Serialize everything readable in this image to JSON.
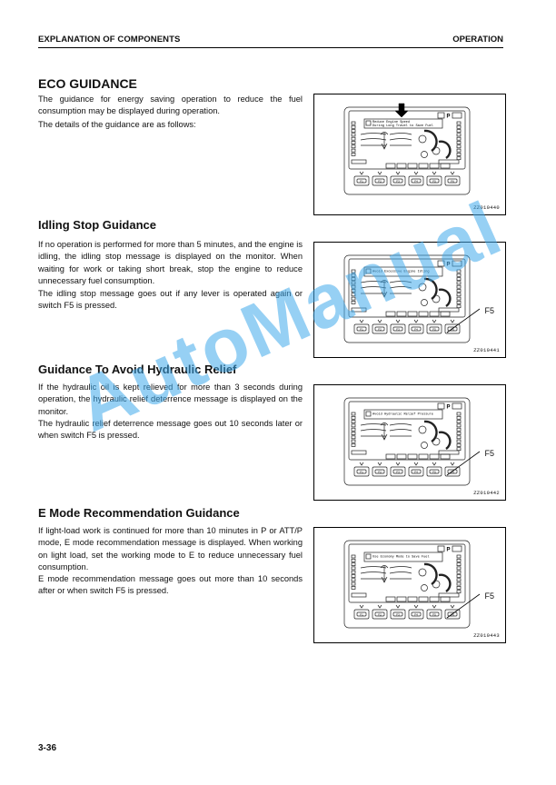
{
  "header": {
    "left": "EXPLANATION OF COMPONENTS",
    "right": "OPERATION"
  },
  "sections": [
    {
      "title": "ECO GUIDANCE",
      "paragraphs": [
        "The guidance for energy saving operation to reduce the fuel consumption may be displayed during operation.",
        "The details of the guidance are as follows:"
      ],
      "figure": {
        "code": "ZZ010440",
        "screen_lines": [
          "Reduce Engine Speed",
          "During Long Travel to Save Fuel"
        ]
      }
    },
    {
      "title": "Idling Stop Guidance",
      "paragraphs": [
        "If no operation is performed for more than 5 minutes, and the engine is idling, the idling stop message is displayed on the monitor. When waiting for work or taking short break, stop the engine to reduce unnecessary fuel consumption.",
        "The idling stop message goes out if any lever is operated again or switch F5 is pressed."
      ],
      "figure": {
        "code": "ZZ010441",
        "callout": "F5",
        "screen_lines": [
          "Avoid Excessive Engine Idling"
        ]
      }
    },
    {
      "title": "Guidance To Avoid Hydraulic Relief",
      "paragraphs": [
        "If the hydraulic oil is kept relieved for more than 3 seconds during operation, the hydraulic relief deterrence message is displayed on the monitor.",
        "The hydraulic relief deterrence message goes out 10 seconds later or when switch F5 is pressed."
      ],
      "figure": {
        "code": "ZZ010442",
        "callout": "F5",
        "screen_lines": [
          "Avoid Hydraulic Relief Pressure"
        ]
      }
    },
    {
      "title": "E Mode Recommendation Guidance",
      "paragraphs": [
        "If light-load work is continued for more than 10 minutes in P or ATT/P mode, E mode recommendation message is displayed. When working on light load, set the working mode to E to reduce unnecessary fuel consumption.",
        "E mode recommendation message goes out more than 10 seconds after or when switch F5 is pressed."
      ],
      "figure": {
        "code": "ZZ010443",
        "callout": "F5",
        "screen_lines": [
          "Use Economy Mode to Save Fuel"
        ]
      }
    }
  ],
  "monitor": {
    "mode_letter": "P",
    "fkeys": [
      "F1",
      "F2",
      "F3",
      "F4",
      "F5",
      "F6"
    ]
  },
  "footer": {
    "page": "3-36"
  },
  "watermark": "AutoManual"
}
